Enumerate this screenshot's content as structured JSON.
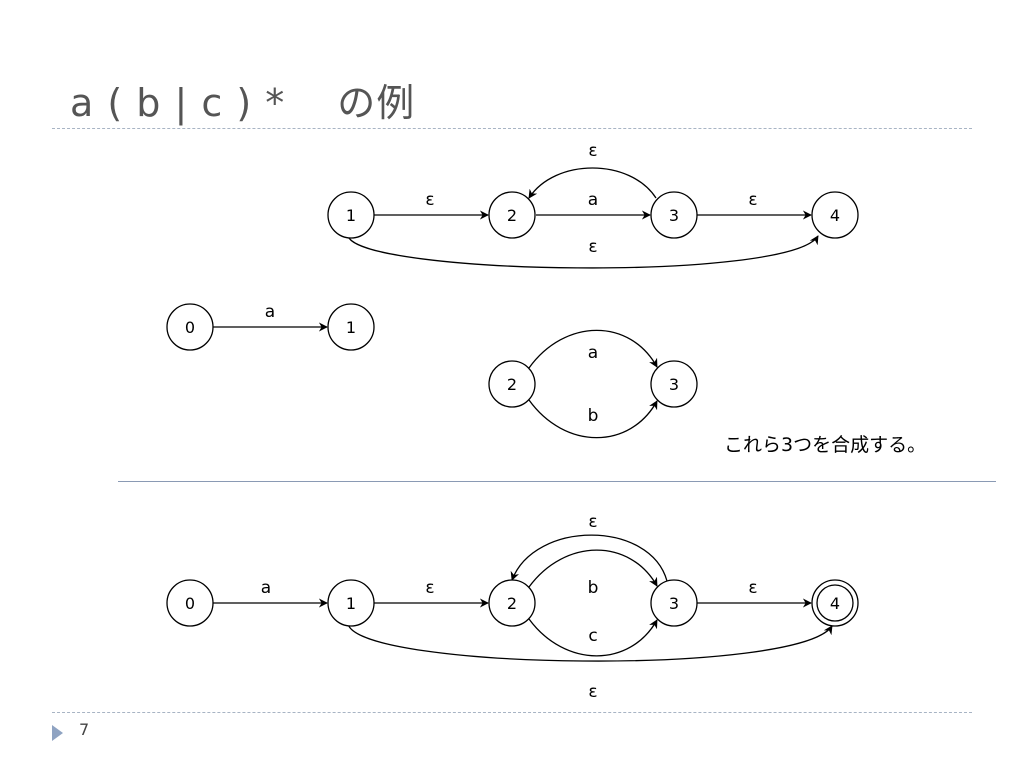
{
  "title": "a ( b | c ) *　 の例",
  "caption": "これら3つを合成する。",
  "page_number": "7",
  "icons": {
    "bullet": "triangle-right-icon"
  },
  "colors": {
    "rule_dotted": "#a8b4c4",
    "rule_solid": "#8a9ab4",
    "bullet": "#8fa3c2"
  },
  "diagrams": {
    "top": {
      "nodes": [
        "1",
        "2",
        "3",
        "4"
      ],
      "edges": [
        {
          "from": "1",
          "to": "2",
          "label": "ε"
        },
        {
          "from": "2",
          "to": "3",
          "label": "a"
        },
        {
          "from": "3",
          "to": "4",
          "label": "ε"
        },
        {
          "from": "3",
          "to": "2",
          "label": "ε"
        },
        {
          "from": "1",
          "to": "4",
          "label": "ε"
        }
      ]
    },
    "left": {
      "nodes": [
        "0",
        "1"
      ],
      "edges": [
        {
          "from": "0",
          "to": "1",
          "label": "a"
        }
      ]
    },
    "middle": {
      "nodes": [
        "2",
        "3"
      ],
      "edges": [
        {
          "from": "2",
          "to": "3",
          "label": "a"
        },
        {
          "from": "2",
          "to": "3",
          "label": "b"
        }
      ]
    },
    "combined": {
      "nodes": [
        "0",
        "1",
        "2",
        "3",
        "4"
      ],
      "accepting": [
        "4"
      ],
      "edges": [
        {
          "from": "0",
          "to": "1",
          "label": "a"
        },
        {
          "from": "1",
          "to": "2",
          "label": "ε"
        },
        {
          "from": "2",
          "to": "3",
          "label": "b"
        },
        {
          "from": "2",
          "to": "3",
          "label": "c"
        },
        {
          "from": "3",
          "to": "2",
          "label": "ε"
        },
        {
          "from": "3",
          "to": "4",
          "label": "ε"
        },
        {
          "from": "1",
          "to": "4",
          "label": "ε"
        }
      ]
    }
  }
}
